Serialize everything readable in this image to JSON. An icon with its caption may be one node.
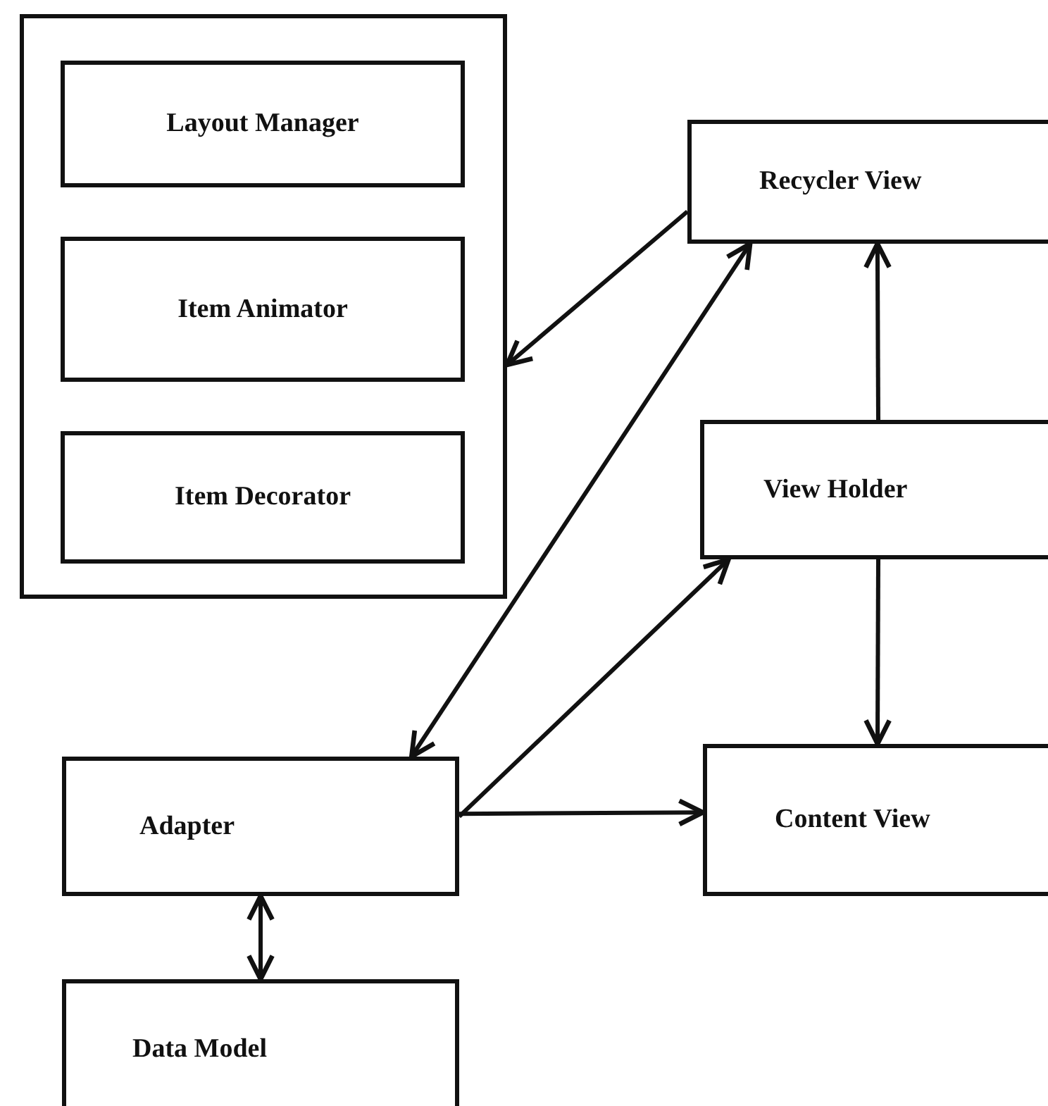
{
  "diagram": {
    "nodes": [
      {
        "text": [],
        "shape": "box"
      },
      {
        "text": [
          "Layout Manager"
        ],
        "in": 0
      },
      {
        "text": [
          "Item Animator"
        ],
        "in": 0
      },
      {
        "text": [
          "Item Decorator"
        ],
        "in": 0
      },
      {
        "text": [
          "Recycler View"
        ]
      },
      {
        "text": [
          "View Holder"
        ]
      },
      {
        "text": [
          "Adapter"
        ]
      },
      {
        "text": [
          "Content View"
        ]
      },
      {
        "text": [
          "Data Model"
        ]
      }
    ],
    "edges": [
      {
        "from": 4,
        "to": 0,
        "arrow": "to"
      },
      {
        "from": 4,
        "to": 6,
        "arrow": "both"
      },
      {
        "from": 5,
        "to": 4,
        "arrow": "to"
      },
      {
        "from": 6,
        "to": 5,
        "arrow": "to"
      },
      {
        "from": 5,
        "to": 7,
        "arrow": "to"
      },
      {
        "from": 6,
        "to": 7,
        "arrow": "to"
      },
      {
        "from": 6,
        "to": 8,
        "arrow": "both"
      }
    ]
  }
}
